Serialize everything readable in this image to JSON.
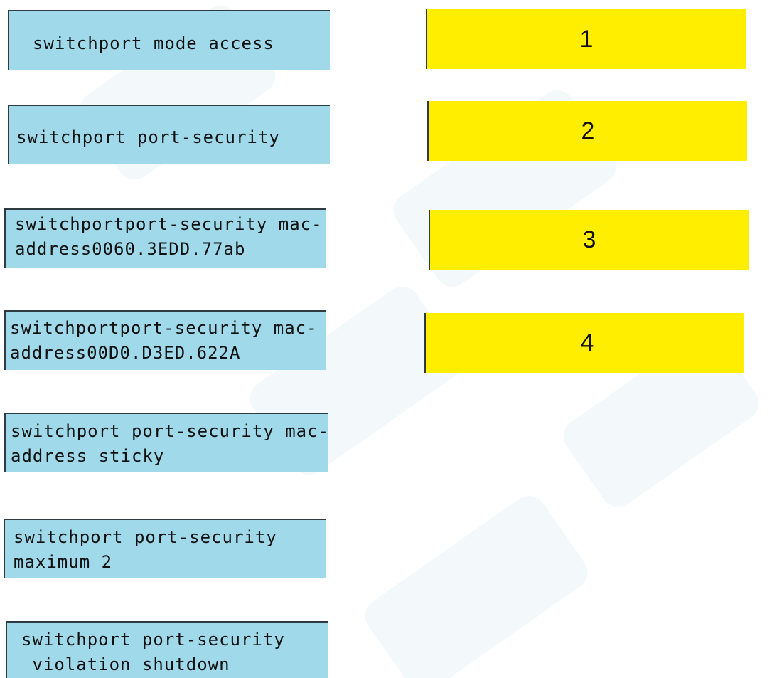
{
  "colors": {
    "command_box": "#9fd9ea",
    "target_box": "#ffee00",
    "border": "#2f3b40",
    "background": "#ffffff"
  },
  "commands": [
    {
      "lines": [
        "switchport mode access"
      ]
    },
    {
      "lines": [
        "switchport port-security"
      ]
    },
    {
      "lines": [
        "switchportport-security mac-",
        "address0060.3EDD.77ab"
      ]
    },
    {
      "lines": [
        "switchportport-security mac-",
        "address00D0.D3ED.622A"
      ]
    },
    {
      "lines": [
        "switchport port-security mac-",
        "address sticky"
      ]
    },
    {
      "lines": [
        "switchport port-security",
        "maximum 2"
      ]
    },
    {
      "lines": [
        "switchport port-security",
        " violation shutdown"
      ]
    }
  ],
  "targets": [
    {
      "label": "1"
    },
    {
      "label": "2"
    },
    {
      "label": "3"
    },
    {
      "label": "4"
    }
  ]
}
